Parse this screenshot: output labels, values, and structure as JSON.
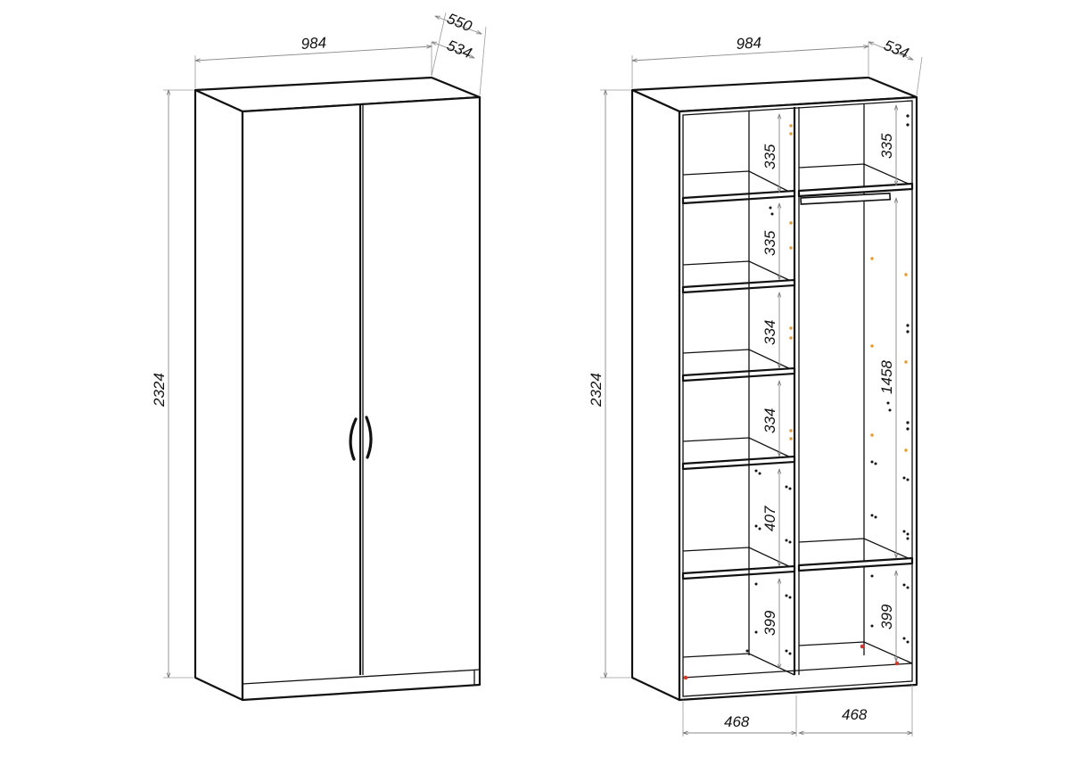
{
  "front_view": {
    "width_label": "984",
    "depth_outer_label": "550",
    "depth_inner_label": "534",
    "height_label": "2324"
  },
  "interior_view": {
    "width_label": "984",
    "depth_label": "534",
    "height_label": "2324",
    "left_shelf_labels": [
      "335",
      "335",
      "334",
      "334",
      "407",
      "399"
    ],
    "right_top_label": "335",
    "hanging_label": "1458",
    "right_bottom_label": "399",
    "left_section_width": "468",
    "right_section_width": "468"
  }
}
